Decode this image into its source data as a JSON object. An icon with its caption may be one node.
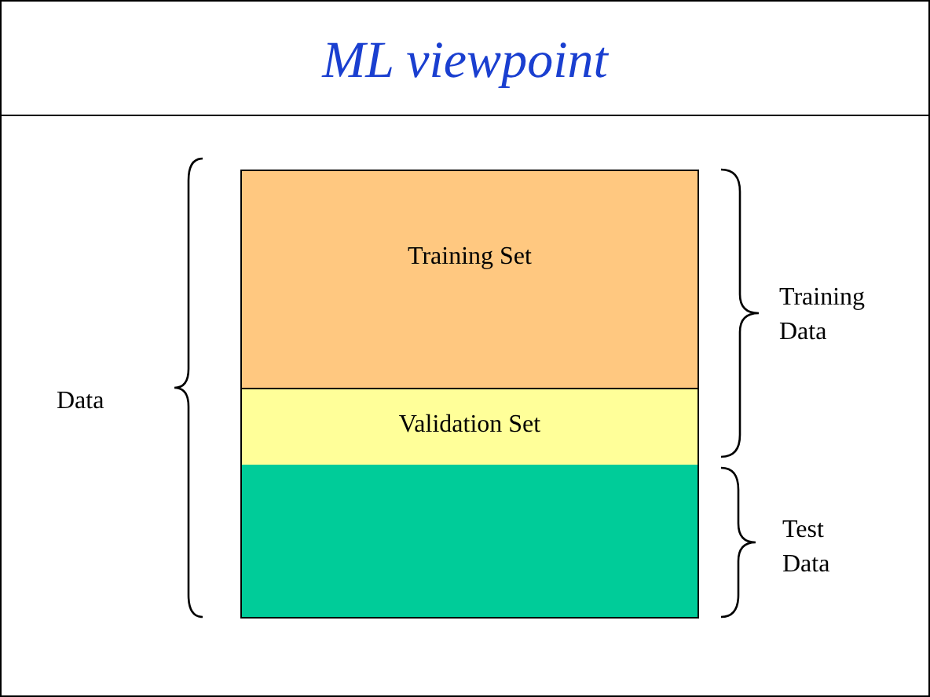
{
  "diagram": {
    "title": "ML viewpoint",
    "nodes": [
      {
        "text": [
          "Training Set"
        ]
      },
      {
        "text": [
          "Validation Set"
        ]
      },
      {
        "text": [],
        "shape": "box"
      }
    ],
    "edges": [],
    "labels": [
      "Data",
      "Training Data",
      "Test Data"
    ]
  }
}
